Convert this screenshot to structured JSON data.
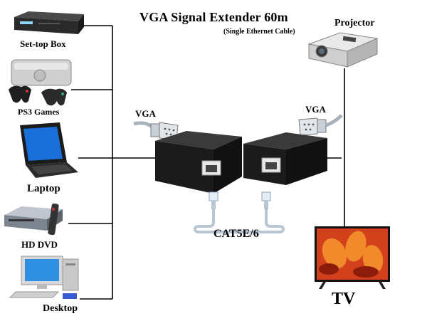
{
  "title": "VGA Signal Extender 60m",
  "subtitle": "(Single Ethernet Cable)",
  "sources": [
    {
      "label": "Set-top Box",
      "icon": "set-top-box-icon"
    },
    {
      "label": "PS3 Games",
      "icon": "game-console-icon"
    },
    {
      "label": "Laptop",
      "icon": "laptop-icon"
    },
    {
      "label": "HD DVD",
      "icon": "dvd-player-icon"
    },
    {
      "label": "Desktop",
      "icon": "desktop-computer-icon"
    }
  ],
  "outputs": {
    "projector": {
      "label": "Projector",
      "icon": "projector-icon"
    },
    "tv": {
      "label": "TV",
      "icon": "tv-icon"
    }
  },
  "connectors": {
    "vga_left": "VGA",
    "vga_right": "VGA",
    "cable": "CAT5E/6"
  },
  "colors": {
    "box": "#1b1b1b",
    "cable": "#b8c6d4",
    "line": "#000000",
    "tv_screen": "#d2401c"
  }
}
